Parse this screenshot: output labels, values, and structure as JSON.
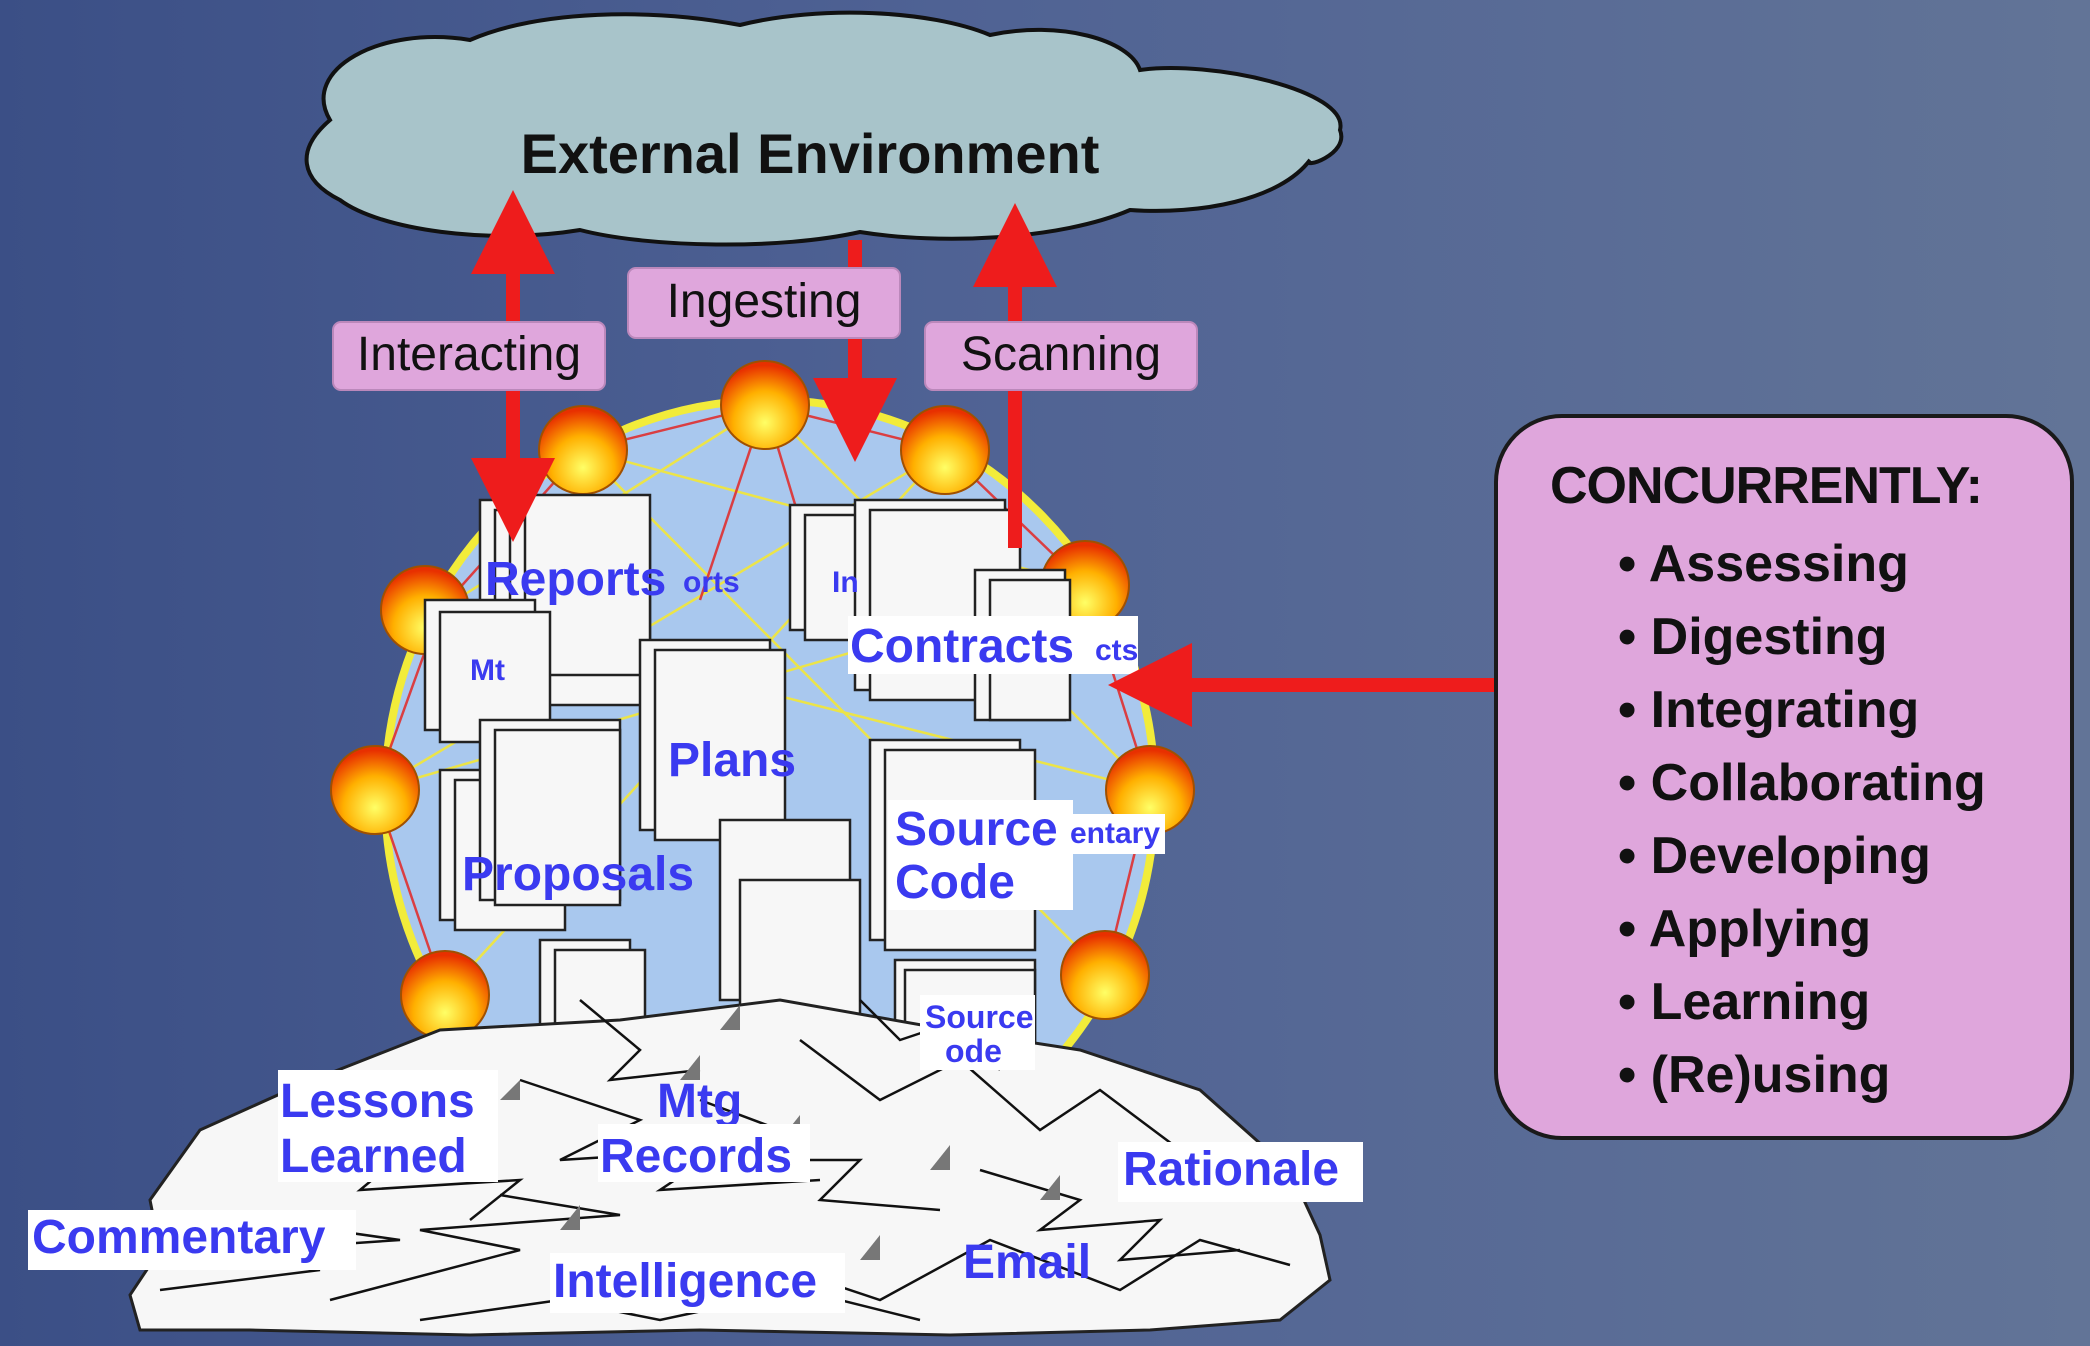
{
  "cloud": {
    "label": "External Environment"
  },
  "flows": {
    "interacting": "Interacting",
    "ingesting": "Ingesting",
    "scanning": "Scanning"
  },
  "documents": {
    "reports": "Reports",
    "reports_small": "orts",
    "in_small": "In",
    "mt_small": "Mt",
    "contracts": "Contracts",
    "contracts_small": "cts",
    "plans": "Plans",
    "source_code": [
      "Source",
      "Code"
    ],
    "mentary_small": "entary",
    "proposals": "Proposals",
    "source_code_small": [
      "Source",
      "ode"
    ]
  },
  "ground_labels": {
    "lessons_learned": [
      "Lessons",
      "Learned"
    ],
    "mtg_records": [
      "Mtg",
      "Records"
    ],
    "rationale": "Rationale",
    "commentary": "Commentary",
    "intelligence": "Intelligence",
    "email": "Email"
  },
  "concurrently": {
    "title": "CONCURRENTLY:",
    "items": [
      "Assessing",
      "Digesting",
      "Integrating",
      "Collaborating",
      "Developing",
      "Applying",
      "Learning",
      "(Re)using"
    ]
  },
  "colors": {
    "cloud": "#a8c4ca",
    "tag": "#dfa6dc",
    "arrow": "#ee1c1c",
    "globe": "#a9c8ee",
    "globe_ring": "#f2ec3a",
    "label_blue": "#3a3af0"
  }
}
